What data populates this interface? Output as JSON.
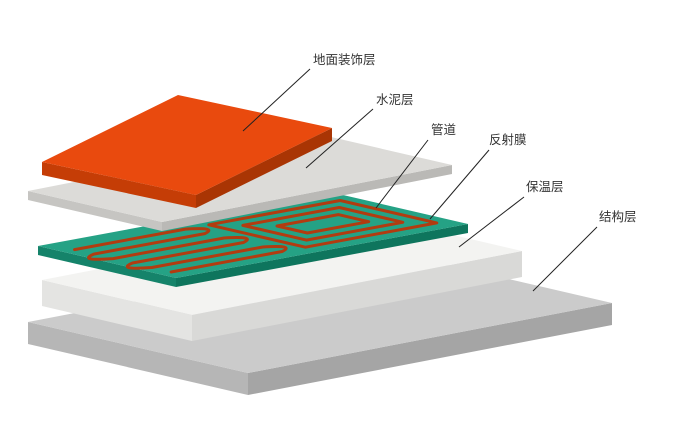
{
  "background": "#ffffff",
  "layers": {
    "decorative": {
      "label": "地面装饰层",
      "colors": {
        "top": "#e94a0e",
        "left": "#c53d06",
        "right": "#a93504"
      }
    },
    "cement": {
      "label": "水泥层",
      "colors": {
        "top": "#dcdbd8",
        "left": "#c6c5c2",
        "right": "#bab9b6"
      }
    },
    "pipe": {
      "label": "管道",
      "color": "#b23c10"
    },
    "reflective": {
      "label": "反射膜",
      "colors": {
        "top": "#25a285",
        "left": "#15836a",
        "right": "#0e755d"
      }
    },
    "insulation": {
      "label": "保温层",
      "colors": {
        "top": "#f3f3f1",
        "left": "#e4e4e2",
        "right": "#d9d9d7"
      }
    },
    "structure": {
      "label": "结构层",
      "colors": {
        "top": "#cbcbcb",
        "left": "#b6b6b6",
        "right": "#a5a5a5"
      }
    }
  },
  "callout_style": {
    "line_color": "#222222",
    "text_color": "#333333"
  }
}
